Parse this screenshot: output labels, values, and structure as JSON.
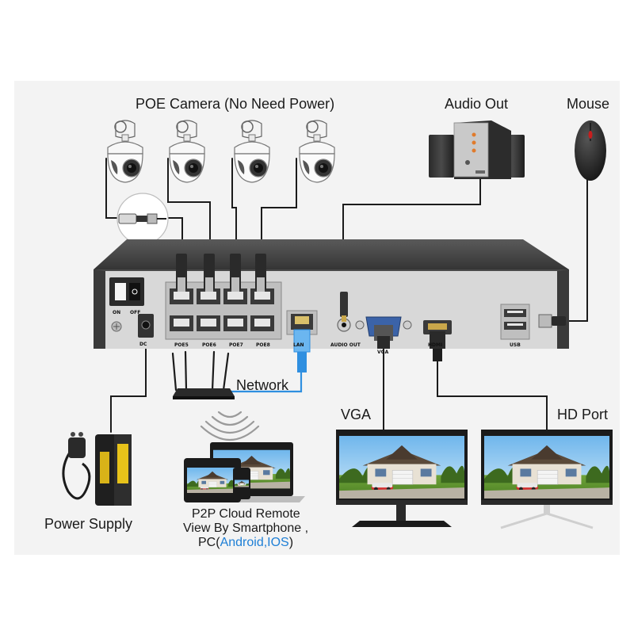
{
  "labels": {
    "poe_camera": "POE Camera (No Need Power)",
    "audio_out": "Audio Out",
    "mouse": "Mouse",
    "network": "Network",
    "vga": "VGA",
    "hd_port": "HD Port",
    "power_supply": "Power Supply",
    "p2p_line1": "P2P Cloud Remote",
    "p2p_line2": "View By Smartphone ,",
    "p2p_pc": "PC(",
    "p2p_os": "Android,IOS",
    "p2p_close": ")"
  },
  "nvr_ports": {
    "on": "ON",
    "off": "OFF",
    "dc": "DC",
    "poe5": "POE5",
    "poe6": "POE6",
    "poe7": "POE7",
    "poe8": "POE8",
    "lan": "LAN",
    "audio_out": "AUDIO OUT",
    "vga": "VGA",
    "hdmi": "HDMI",
    "usb": "USB"
  },
  "icons": [
    "dome-camera-icon",
    "nvr-recorder-icon",
    "speaker-icon",
    "mouse-icon",
    "router-icon",
    "wifi-signal-icon",
    "power-adapter-icon",
    "monitor-icon",
    "laptop-icon",
    "tablet-icon",
    "phone-icon"
  ],
  "colors": {
    "cable": "#1b1b1b",
    "lan_cable": "#2f8fe0",
    "link_text": "#1e7fd6",
    "nvr_body": "#4a4a4a",
    "nvr_face": "#d8d8d8"
  }
}
